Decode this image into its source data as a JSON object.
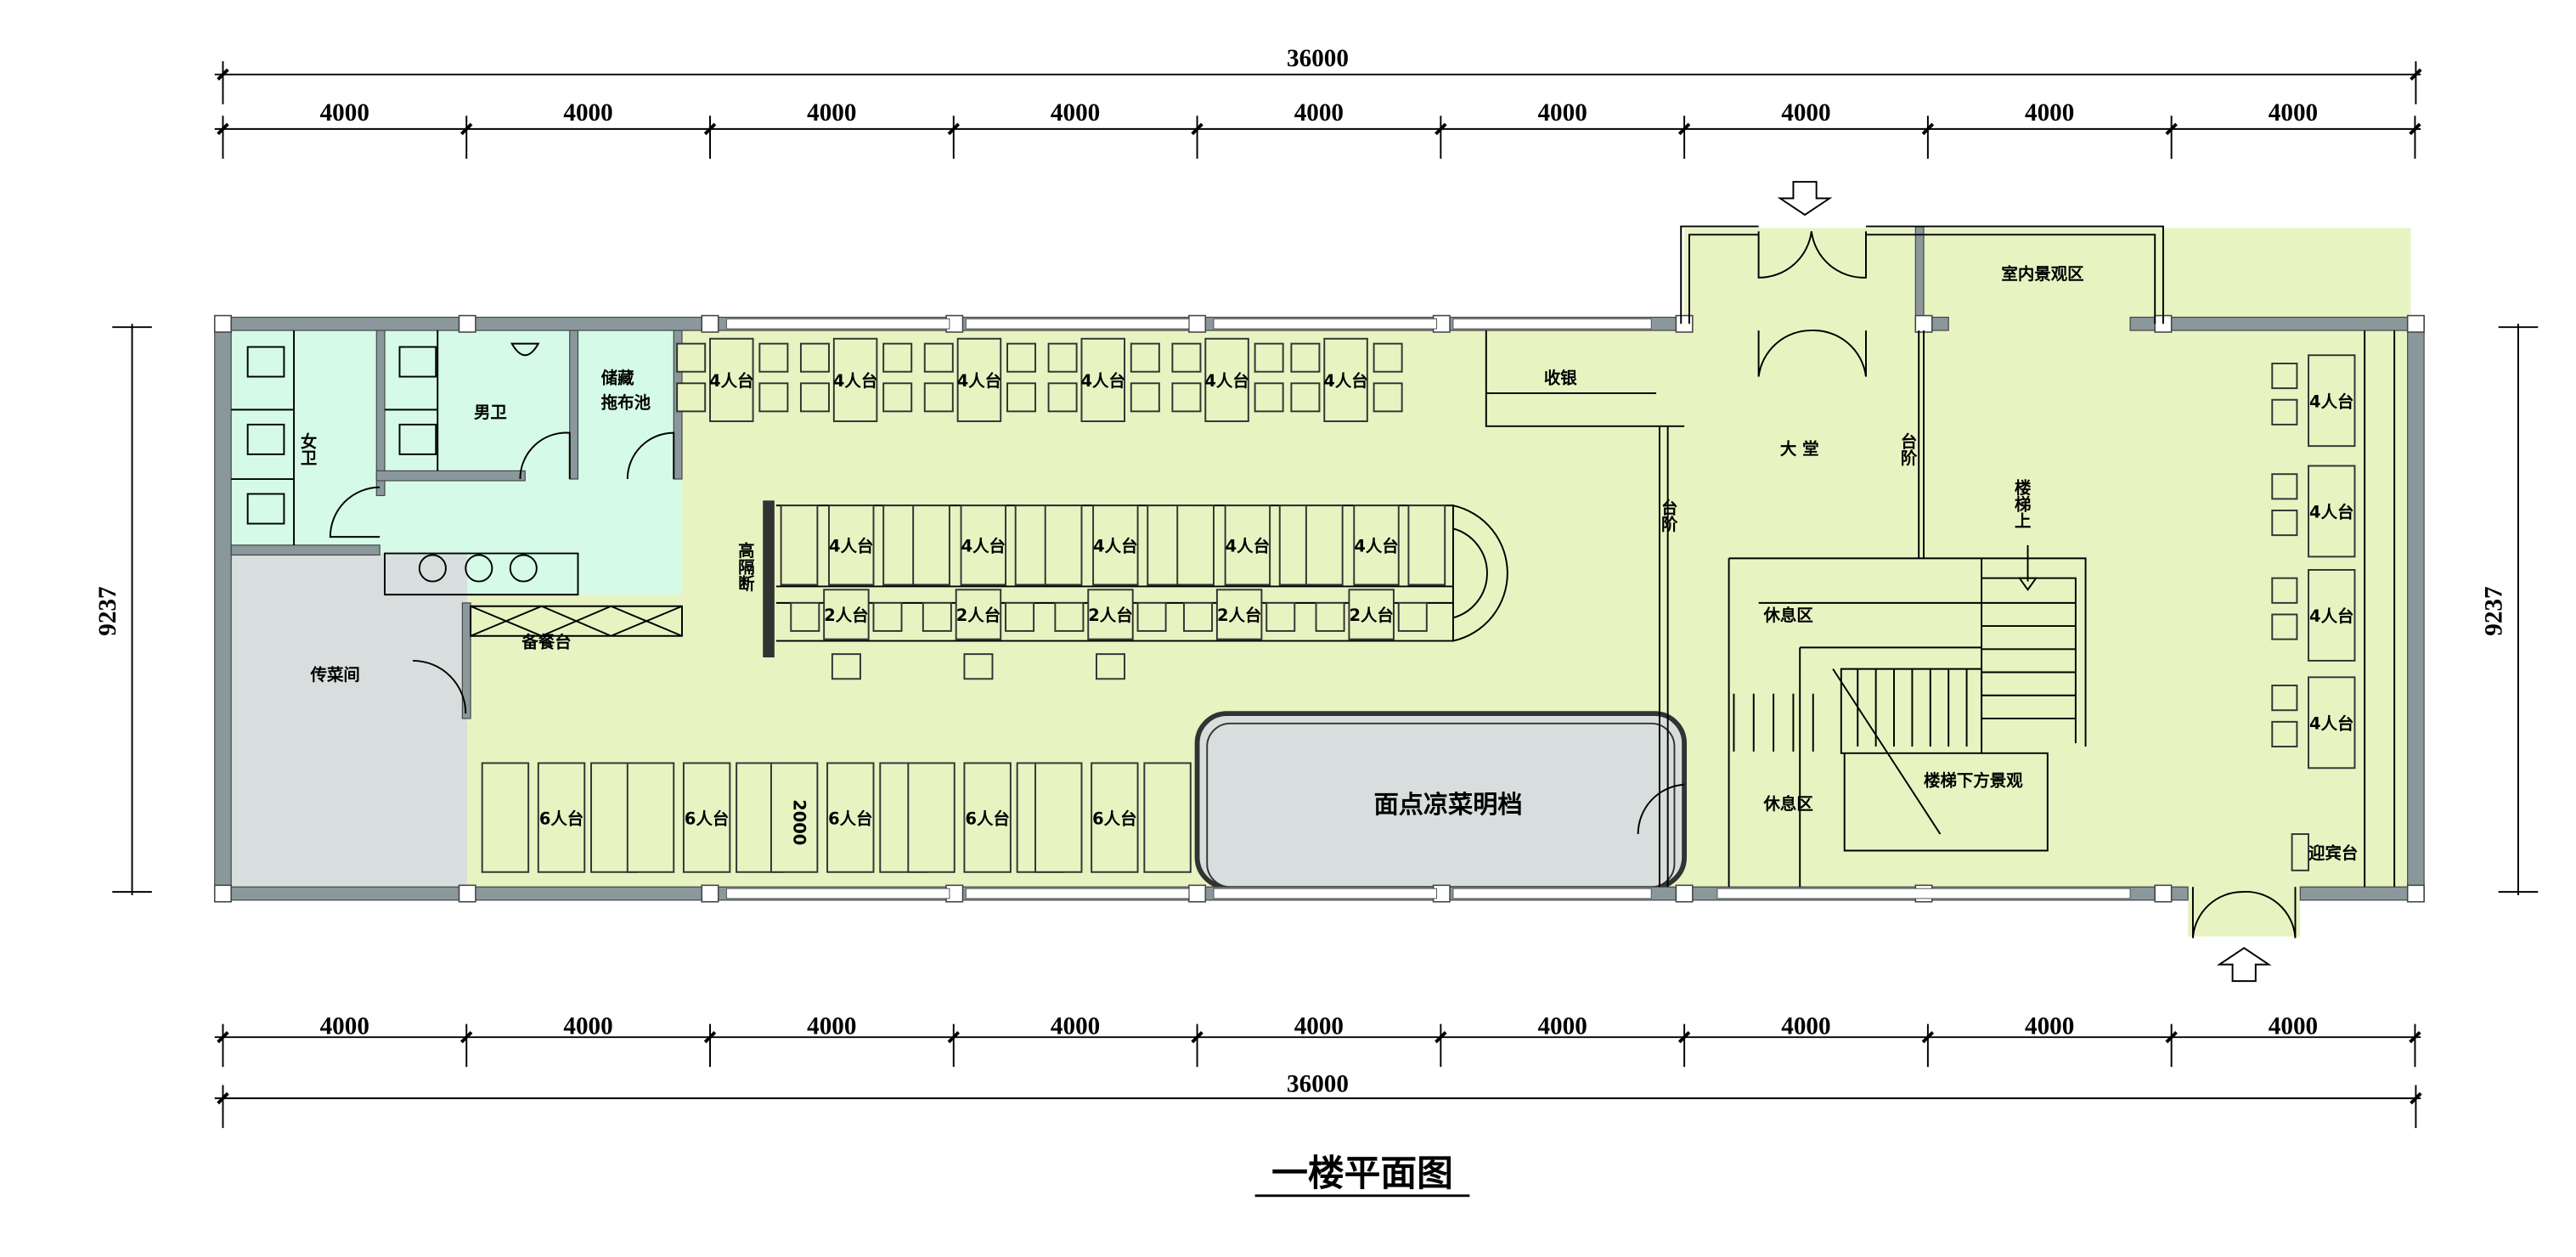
{
  "title": "一楼平面图",
  "dimensions": {
    "total": "36000",
    "bay": "4000",
    "bay_count": 9,
    "depth": "9237",
    "table_spacing": "2000"
  },
  "rooms": {
    "womens_wc": "女卫",
    "mens_wc": "男卫",
    "storage_1": "储藏",
    "storage_2": "拖布池",
    "serving_station": "备餐台",
    "pass_room": "传菜间",
    "partition": "高隔断",
    "cashier": "收银",
    "steps_left": "台阶",
    "lobby": "大 堂",
    "steps_right": "台阶",
    "stairs_up": "楼梯上",
    "rest_area_1": "休息区",
    "rest_area_2": "休息区",
    "under_stair_landscape": "楼梯下方景观",
    "indoor_landscape": "室内景观区",
    "open_kitchen": "面点凉菜明档",
    "reception": "迎宾台"
  },
  "tables": {
    "top_row": [
      "4人台",
      "4人台",
      "4人台",
      "4人台",
      "4人台",
      "4人台"
    ],
    "middle_row": [
      "4人台",
      "4人台",
      "4人台",
      "4人台",
      "4人台"
    ],
    "two_seat_row": [
      "2人台",
      "2人台",
      "2人台",
      "2人台",
      "2人台"
    ],
    "bottom_row": [
      "6人台",
      "6人台",
      "6人台",
      "6人台",
      "6人台"
    ],
    "right_column": [
      "4人台",
      "4人台",
      "4人台",
      "4人台"
    ]
  },
  "colors": {
    "wc": "#d5fbe8",
    "dining": "#e8f3c2",
    "service": "#d8dedd",
    "wall": "#8a989c"
  }
}
